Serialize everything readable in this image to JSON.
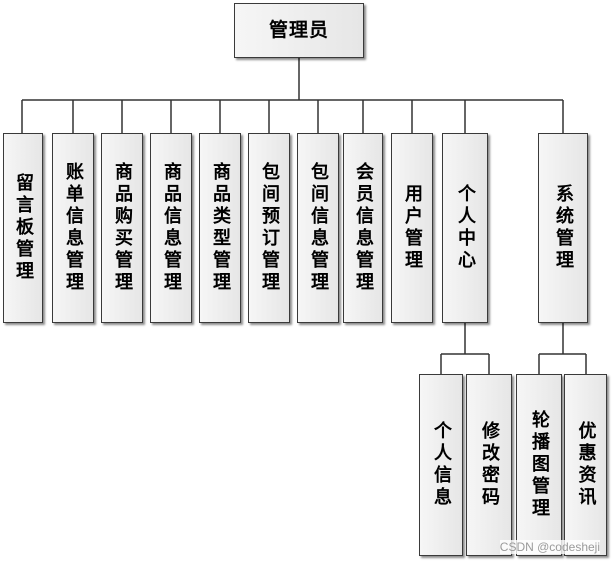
{
  "root": {
    "label": "管理员"
  },
  "modules": [
    {
      "label": "留言板管理"
    },
    {
      "label": "账单信息管理"
    },
    {
      "label": "商品购买管理"
    },
    {
      "label": "商品信息管理"
    },
    {
      "label": "商品类型管理"
    },
    {
      "label": "包间预订管理"
    },
    {
      "label": "包间信息管理"
    },
    {
      "label": "会员信息管理"
    },
    {
      "label": "用户管理"
    },
    {
      "label": "个人中心"
    },
    {
      "label": "系统管理"
    }
  ],
  "submodules": {
    "personal_center": [
      {
        "label": "个人信息"
      },
      {
        "label": "修改密码"
      }
    ],
    "system": [
      {
        "label": "轮播图管理"
      },
      {
        "label": "优惠资讯"
      }
    ]
  },
  "watermark": "CSDN @codesheji"
}
